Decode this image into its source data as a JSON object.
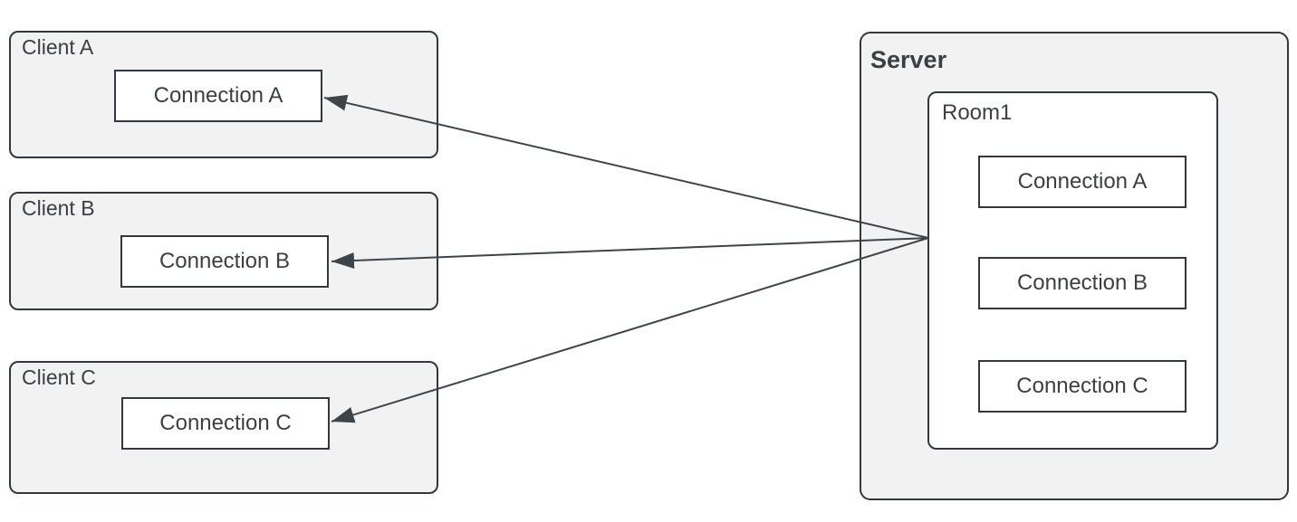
{
  "diagram": {
    "clients": [
      {
        "label": "Client A",
        "connection_label": "Connection A"
      },
      {
        "label": "Client B",
        "connection_label": "Connection B"
      },
      {
        "label": "Client C",
        "connection_label": "Connection C"
      }
    ],
    "server": {
      "label": "Server",
      "room": {
        "label": "Room1",
        "connections": [
          {
            "label": "Connection A"
          },
          {
            "label": "Connection B"
          },
          {
            "label": "Connection C"
          }
        ]
      }
    },
    "colors": {
      "group_fill": "#f2f2f2",
      "box_fill": "#ffffff",
      "border": "#32383e",
      "text": "#3c4043",
      "arrow": "#3f4448"
    }
  }
}
